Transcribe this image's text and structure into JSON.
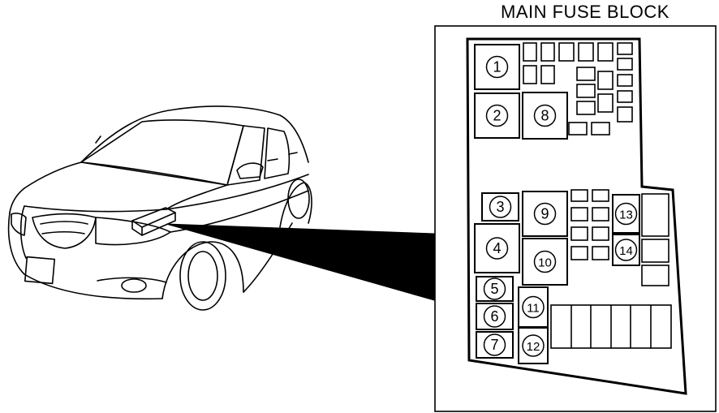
{
  "title": "MAIN FUSE BLOCK",
  "fuse_labels": [
    "1",
    "2",
    "3",
    "4",
    "5",
    "6",
    "7",
    "8",
    "9",
    "10",
    "11",
    "12",
    "13",
    "14"
  ],
  "colors": {
    "stroke": "#000000",
    "background": "#ffffff"
  }
}
